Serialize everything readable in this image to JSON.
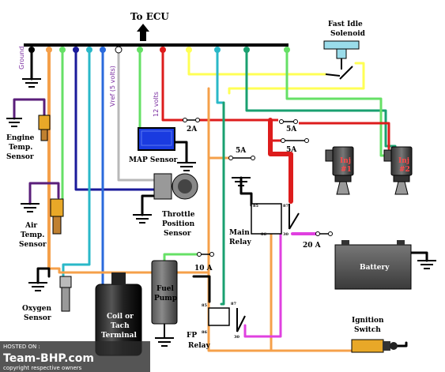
{
  "header": {
    "title": "To ECU"
  },
  "labels": {
    "fast_idle_solenoid_1": "Fast Idle",
    "fast_idle_solenoid_2": "Solenoid",
    "engine_temp_1": "Engine",
    "engine_temp_2": "Temp.",
    "engine_temp_3": "Sensor",
    "air_temp_1": "Air",
    "air_temp_2": "Temp.",
    "air_temp_3": "Sensor",
    "oxygen_1": "Oxygen",
    "oxygen_2": "Sensor",
    "map_sensor": "MAP Sensor",
    "throttle_1": "Throttle",
    "throttle_2": "Position",
    "throttle_3": "Sensor",
    "main_relay_1": "Main",
    "main_relay_2": "Relay",
    "fp_relay_1": "FP",
    "fp_relay_2": "Relay",
    "fuel_pump_1": "Fuel",
    "fuel_pump_2": "Pump",
    "coil_1": "Coil or",
    "coil_2": "Tach",
    "coil_3": "Terminal",
    "battery": "Battery",
    "ignition_1": "Ignition",
    "ignition_2": "Switch",
    "inj1_a": "Inj",
    "inj1_b": "#1",
    "inj2_a": "Inj",
    "inj2_b": "#2",
    "ground": "Ground",
    "vref": "Vref (5 volts)",
    "twelve_volts": "12 volts"
  },
  "fuses": {
    "f2a": "2A",
    "f5a_1": "5A",
    "f5a_2": "5A",
    "f5a_3": "5A",
    "f20a": "20 A",
    "f10a": "10 A"
  },
  "pins": {
    "p85": "85",
    "p86": "86",
    "p87": "87",
    "p30": "30",
    "p87a": "87",
    "p85b": "85",
    "p86b": "86",
    "p30b": "30"
  },
  "watermark": {
    "hosted": "HOSTED ON :",
    "brand": "Team-BHP.com",
    "copyright": "copyright respective owners"
  },
  "colors": {
    "black": "#000000",
    "orange": "#f5a04a",
    "green": "#66e066",
    "navy": "#1a1a9a",
    "cyan": "#2ab8c8",
    "blue": "#2a6adc",
    "gray": "#b8b8b8",
    "red": "#dd1c1c",
    "yellow": "#ffff55",
    "teal": "#1aa070",
    "purple": "#5a1e7a",
    "magenta": "#e040e0"
  }
}
